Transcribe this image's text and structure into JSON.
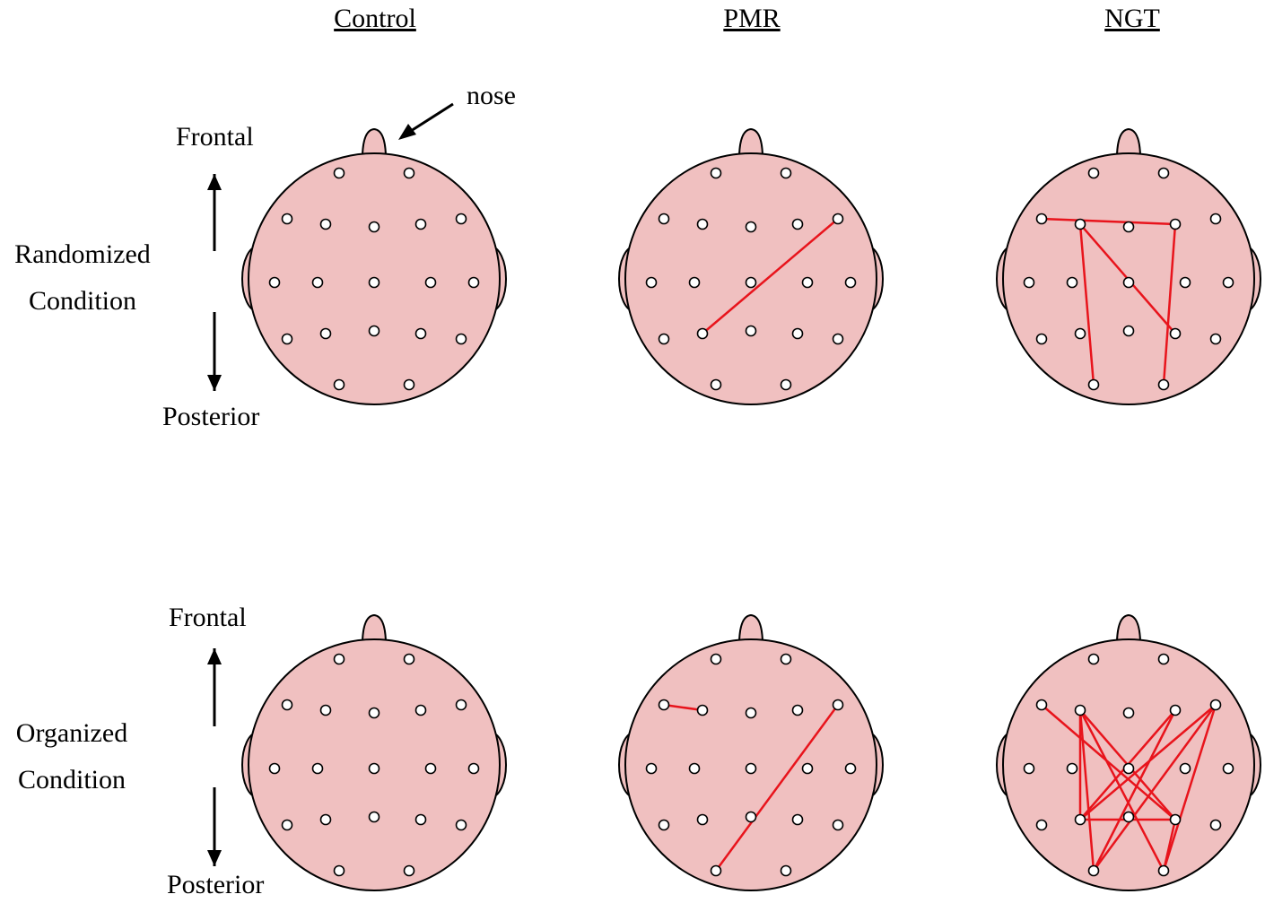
{
  "columns": [
    "Control",
    "PMR",
    "NGT"
  ],
  "rows": [
    {
      "condition_line1": "Randomized",
      "condition_line2": "Condition",
      "frontal_label": "Frontal",
      "posterior_label": "Posterior"
    },
    {
      "condition_line1": "Organized",
      "condition_line2": "Condition",
      "frontal_label": "Frontal",
      "posterior_label": "Posterior"
    }
  ],
  "nose_label": "nose",
  "colors": {
    "head_fill": "#f0c0c0",
    "outline": "#000000",
    "connection": "#e8141c",
    "electrode_fill": "#ffffff"
  },
  "electrodes": [
    "Fp1",
    "Fp2",
    "F7",
    "F3",
    "Fz",
    "F4",
    "F8",
    "T3",
    "C3",
    "Cz",
    "C4",
    "T4",
    "T5",
    "P3",
    "Pz",
    "P4",
    "T6",
    "O1",
    "O2"
  ],
  "connections": {
    "randomized": {
      "Control": [],
      "PMR": [
        [
          "P3",
          "F8"
        ]
      ],
      "NGT": [
        [
          "F7",
          "F4"
        ],
        [
          "F3",
          "O1"
        ],
        [
          "F3",
          "P4"
        ],
        [
          "F4",
          "O2"
        ]
      ]
    },
    "organized": {
      "Control": [],
      "PMR": [
        [
          "F7",
          "F3"
        ],
        [
          "F8",
          "O1"
        ]
      ],
      "NGT": [
        [
          "F7",
          "P4"
        ],
        [
          "F3",
          "P3"
        ],
        [
          "F3",
          "O1"
        ],
        [
          "F3",
          "O2"
        ],
        [
          "F3",
          "P4"
        ],
        [
          "F8",
          "P3"
        ],
        [
          "F8",
          "O1"
        ],
        [
          "F8",
          "O2"
        ],
        [
          "F4",
          "P3"
        ],
        [
          "F4",
          "O1"
        ],
        [
          "P3",
          "P4"
        ],
        [
          "P4",
          "O2"
        ]
      ]
    }
  }
}
